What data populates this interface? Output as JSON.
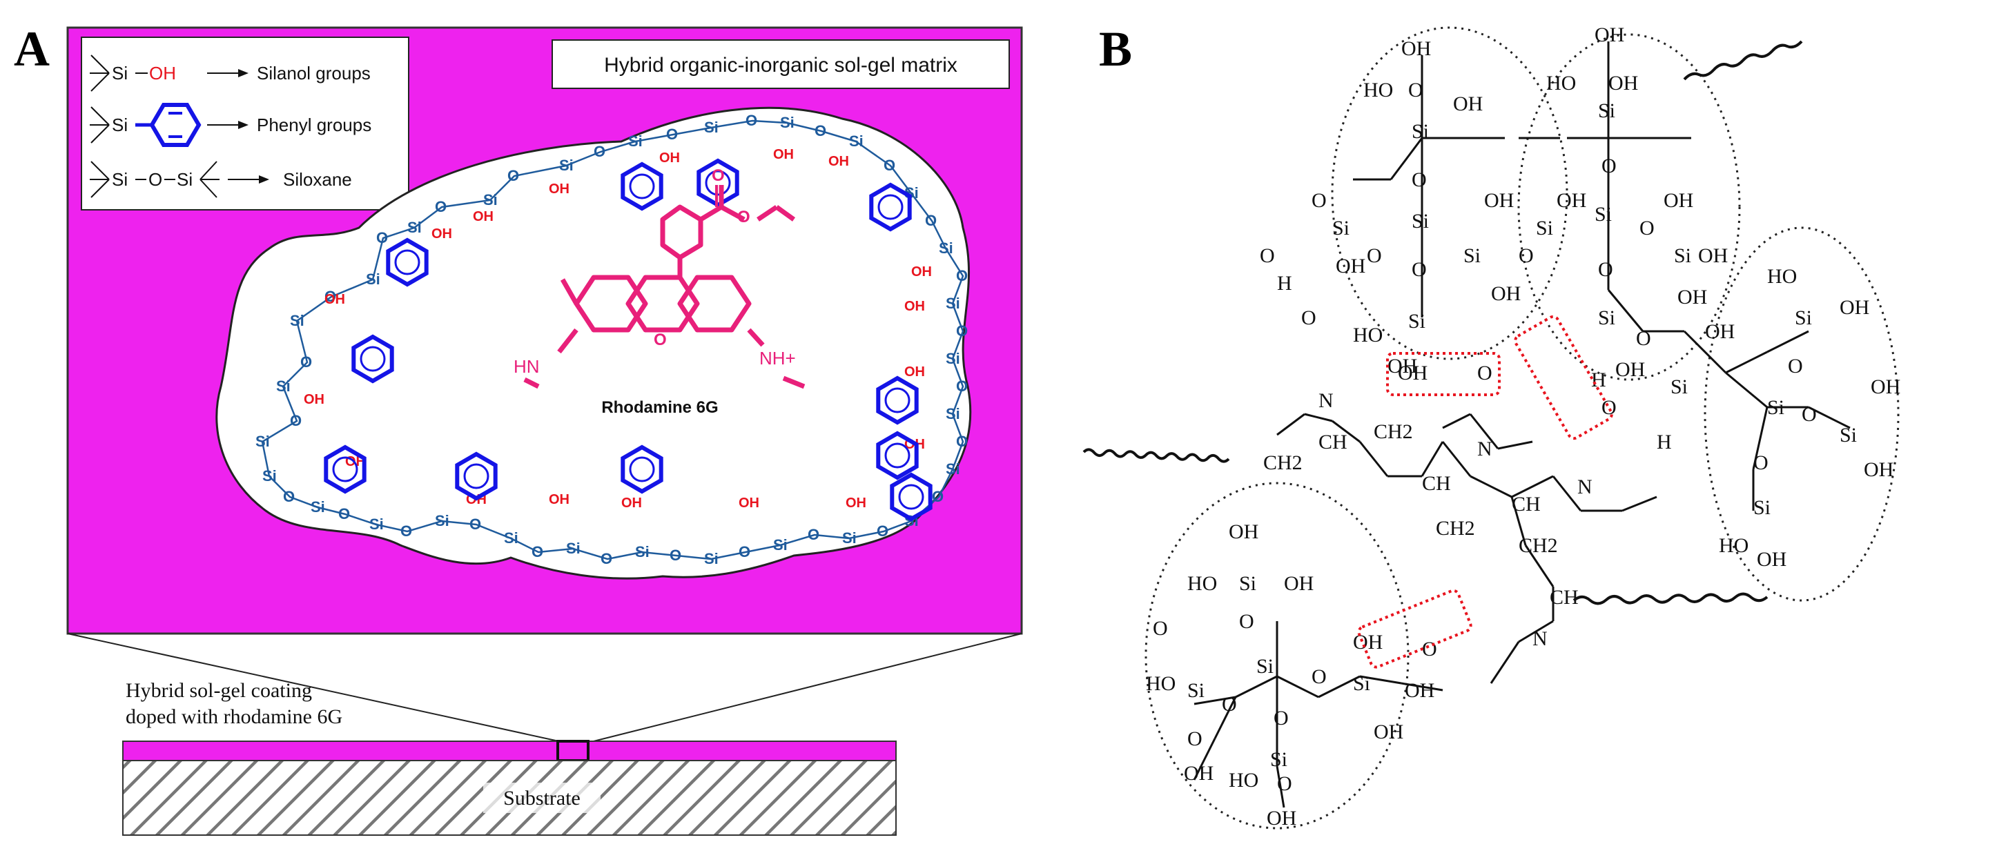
{
  "panel_a": {
    "letter": "A",
    "matrix_title": "Hybrid organic-inorganic sol-gel matrix",
    "legend": [
      {
        "symbol": "Si–OH",
        "label": "Silanol groups"
      },
      {
        "symbol": "Si–Ph",
        "label": "Phenyl groups"
      },
      {
        "symbol": "Si–O–Si",
        "label": "Siloxane"
      }
    ],
    "legend_symbols": {
      "si": "Si",
      "oh": "OH",
      "o": "O"
    },
    "dye_label": "Rhodamine 6G",
    "dye_amine_left": "HN",
    "dye_amine_right": "NH+",
    "coating_label_line1": "Hybrid sol-gel coating",
    "coating_label_line2": "doped with rhodamine 6G",
    "substrate_label": "Substrate",
    "atom_si": "Si",
    "atom_o": "O",
    "atom_oh": "OH",
    "colors": {
      "matrix_bg": "#ee22ee",
      "silica": "#1f5b9c",
      "phenyl": "#1414e6",
      "dye": "#e8207a",
      "hydroxyl": "#e8141e"
    }
  },
  "panel_b": {
    "letter": "B",
    "atom_si": "Si",
    "atom_o": "O",
    "atom_oh": "OH",
    "atom_ho": "HO",
    "atom_h": "H",
    "atom_n": "N",
    "atom_ch": "CH",
    "atom_ch2": "CH2",
    "colors": {
      "hbond_box": "#e8141e"
    }
  }
}
